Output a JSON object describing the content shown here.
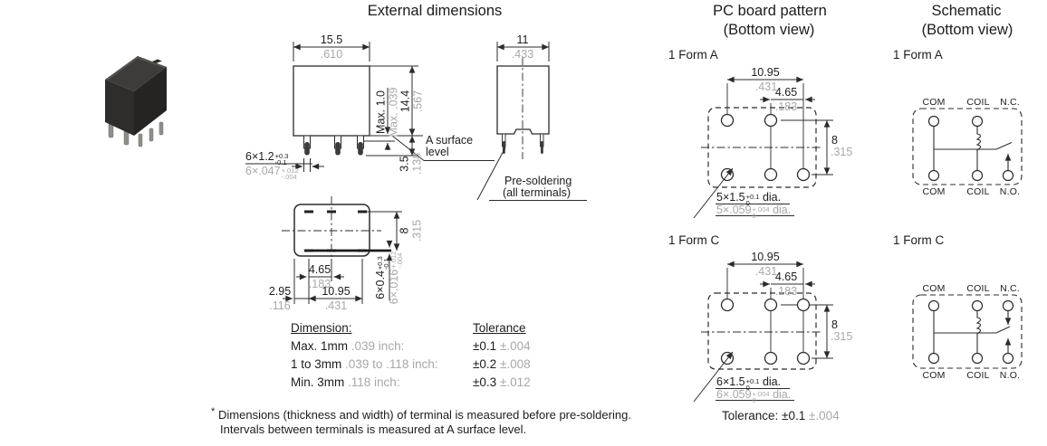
{
  "colors": {
    "text": "#1c1c1c",
    "muted": "#a8a8a8",
    "line": "#2b2b2b"
  },
  "external": {
    "title": "External dimensions",
    "front": {
      "width_mm": "15.5",
      "width_in": ".610",
      "height_mm": "14.4",
      "height_in": ".567",
      "max_mm": "Max. 1.0",
      "max_in": "Max. .039",
      "standoff_mm": "3.5",
      "standoff_in": ".138",
      "term_w_mm": "6×1.2",
      "term_w_mm_tol": [
        "+0.3",
        "-0.1"
      ],
      "term_w_in": "6×.047",
      "term_w_in_tol": [
        "+.012",
        "-.004"
      ],
      "a_surface_1": "A surface",
      "a_surface_2": "level"
    },
    "side": {
      "width_mm": "11",
      "width_in": ".433",
      "presolder_1": "Pre-soldering",
      "presolder_2": "(all terminals)"
    },
    "bottom": {
      "row_mm": "8",
      "row_in": ".315",
      "pitch_mm": "4.65",
      "pitch_in": ".183",
      "span_mm": "10.95",
      "span_in": ".431",
      "edge_mm": "2.95",
      "edge_in": ".116",
      "term_t_mm": "6×0.4",
      "term_t_mm_tol": [
        "+0.3",
        "-0.1"
      ],
      "term_t_in": "6×.016",
      "term_t_in_tol": [
        "+.012",
        "-.004"
      ]
    },
    "table": {
      "dim_header": "Dimension:",
      "tol_header": "Tolerance",
      "rows": [
        {
          "mm": "Max. 1mm",
          "inch": ".039 inch:",
          "tol_mm": "±0.1",
          "tol_in": "±.004"
        },
        {
          "mm": "1 to 3mm",
          "inch": ".039 to .118 inch:",
          "tol_mm": "±0.2",
          "tol_in": "±.008"
        },
        {
          "mm": "Min. 3mm",
          "inch": ".118 inch:",
          "tol_mm": "±0.3",
          "tol_in": "±.012"
        }
      ]
    },
    "footnote": {
      "star": "*",
      "line1": "Dimensions (thickness and width) of terminal is measured before pre-soldering.",
      "line2": "Intervals between terminals is measured at A surface level."
    }
  },
  "pcb": {
    "title": "PC board pattern",
    "subtitle": "(Bottom view)",
    "form_a": "1 Form A",
    "form_c": "1 Form C",
    "span_mm": "10.95",
    "span_in": ".431",
    "pitch_mm": "4.65",
    "pitch_in": ".183",
    "row_mm": "8",
    "row_in": ".315",
    "hole_a_mm": "5×1.5",
    "hole_a_in": "5×.059",
    "hole_c_mm": "6×1.5",
    "hole_c_in": "6×.059",
    "hole_mm_tol": [
      "+0.1",
      "0"
    ],
    "hole_in_tol": [
      "+.004",
      "0"
    ],
    "dia": "dia.",
    "tolerance_label": "Tolerance:",
    "tolerance_mm": "±0.1",
    "tolerance_in": "±.004"
  },
  "schematic": {
    "title": "Schematic",
    "subtitle": "(Bottom view)",
    "form_a": "1 Form A",
    "form_c": "1 Form C",
    "com": "COM",
    "coil": "COIL",
    "nc": "N.C.",
    "no": "N.O."
  }
}
